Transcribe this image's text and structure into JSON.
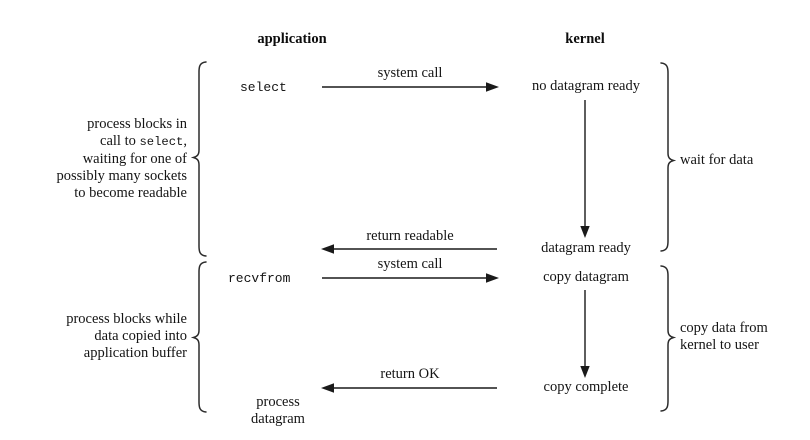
{
  "diagram": {
    "title_left": "application",
    "title_right": "kernel",
    "columns": {
      "application_label": "application",
      "kernel_label": "kernel"
    },
    "calls": {
      "select": "select",
      "recvfrom": "recvfrom"
    },
    "kernel_states": {
      "no_datagram_ready": "no datagram ready",
      "datagram_ready": "datagram ready",
      "copy_datagram": "copy datagram",
      "copy_complete": "copy complete"
    },
    "arrows": {
      "system_call_1": "system call",
      "return_readable": "return readable",
      "system_call_2": "system call",
      "return_ok": "return OK"
    },
    "left_annotations": {
      "block_1": {
        "line1": "process blocks in",
        "line2_pre": "call to ",
        "line2_mono": "select",
        "line2_post": ",",
        "line3": "waiting for one of",
        "line4": "possibly many sockets",
        "line5": "to become readable"
      },
      "block_2": {
        "line1": "process blocks while",
        "line2": "data copied into",
        "line3": "application buffer"
      }
    },
    "right_annotations": {
      "wait_for_data": "wait for data",
      "copy_data_line1": "copy data from",
      "copy_data_line2": "kernel to user"
    },
    "result": {
      "line1": "process",
      "line2": "datagram"
    },
    "colors": {
      "ink": "#1a1a1a",
      "background": "#ffffff",
      "bracket": "#2b2b2b"
    }
  }
}
